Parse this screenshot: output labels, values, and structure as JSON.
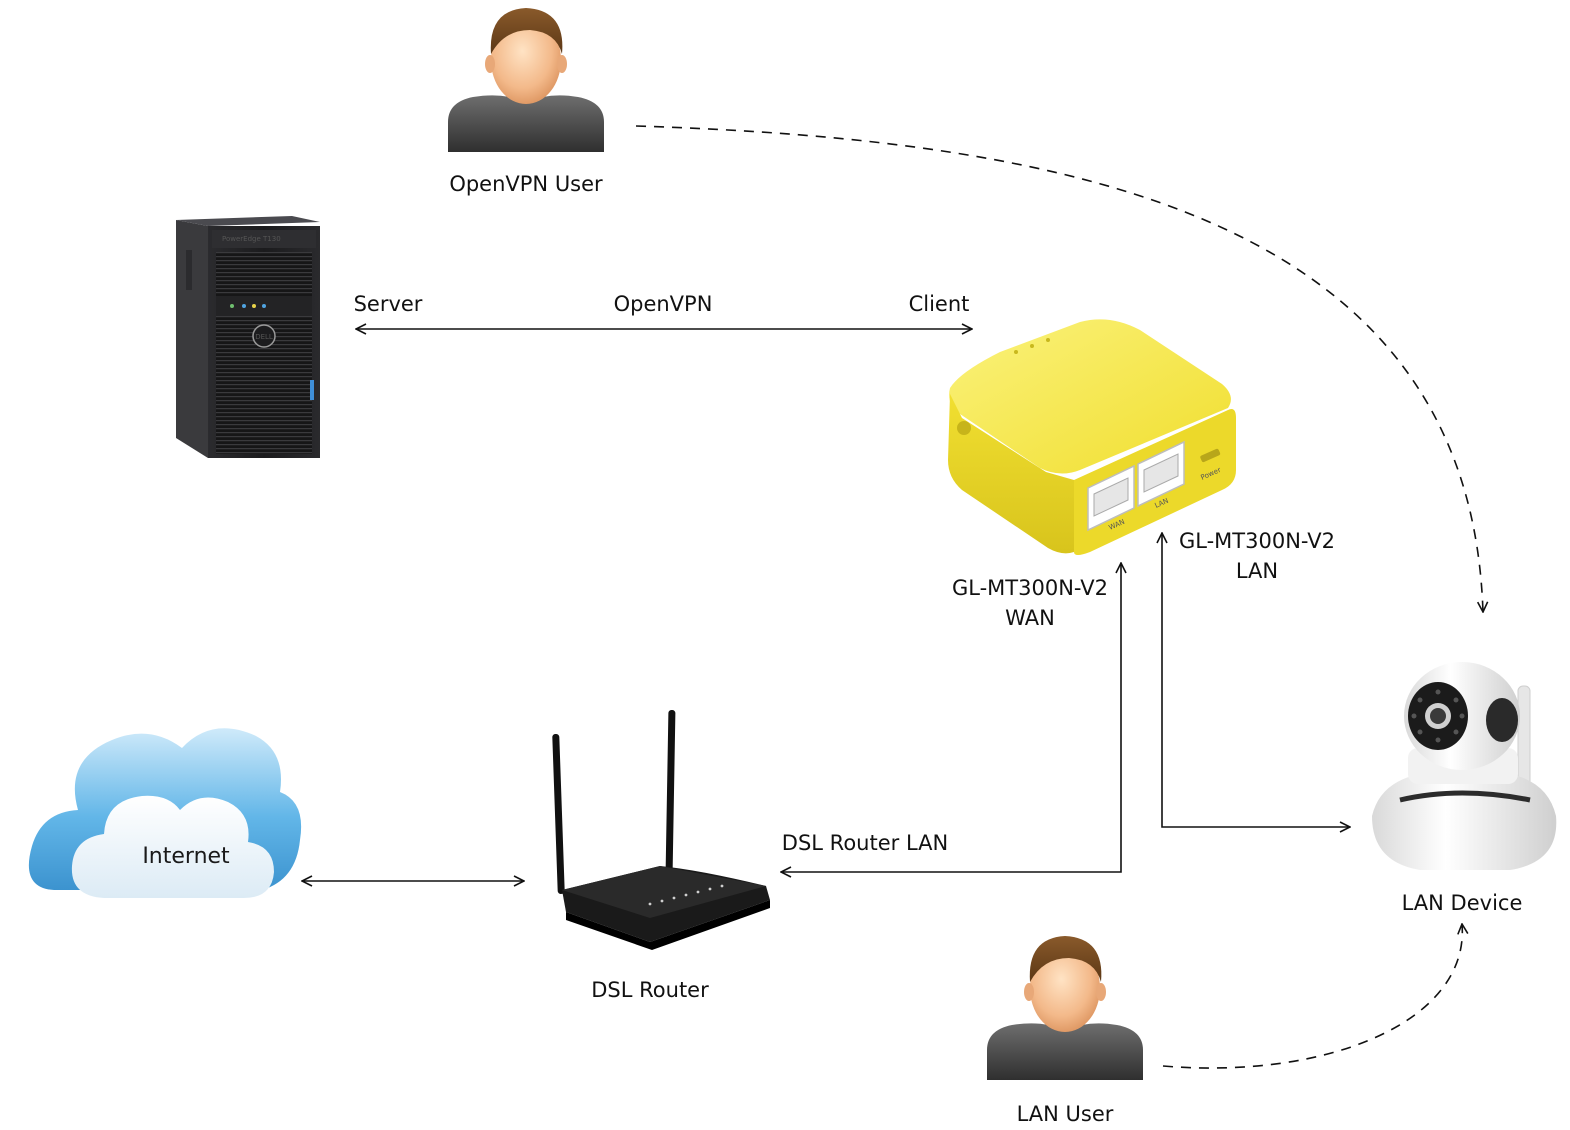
{
  "nodes": {
    "openvpn_user": "OpenVPN User",
    "internet": "Internet",
    "dsl_router": "DSL Router",
    "lan_device": "LAN Device",
    "lan_user": "LAN User",
    "gl_wan_line1": "GL-MT300N-V2",
    "gl_wan_line2": "WAN",
    "gl_lan_line1": "GL-MT300N-V2",
    "gl_lan_line2": "LAN"
  },
  "connections": {
    "server": "Server",
    "openvpn": "OpenVPN",
    "client": "Client",
    "dsl_router_lan": "DSL Router LAN"
  },
  "device_markings": {
    "wan_port": "WAN",
    "lan_port": "LAN",
    "power": "Power"
  },
  "colors": {
    "router_yellow": "#f2e33a",
    "cloud_blue": "#5fb4e6",
    "line": "#111111"
  }
}
